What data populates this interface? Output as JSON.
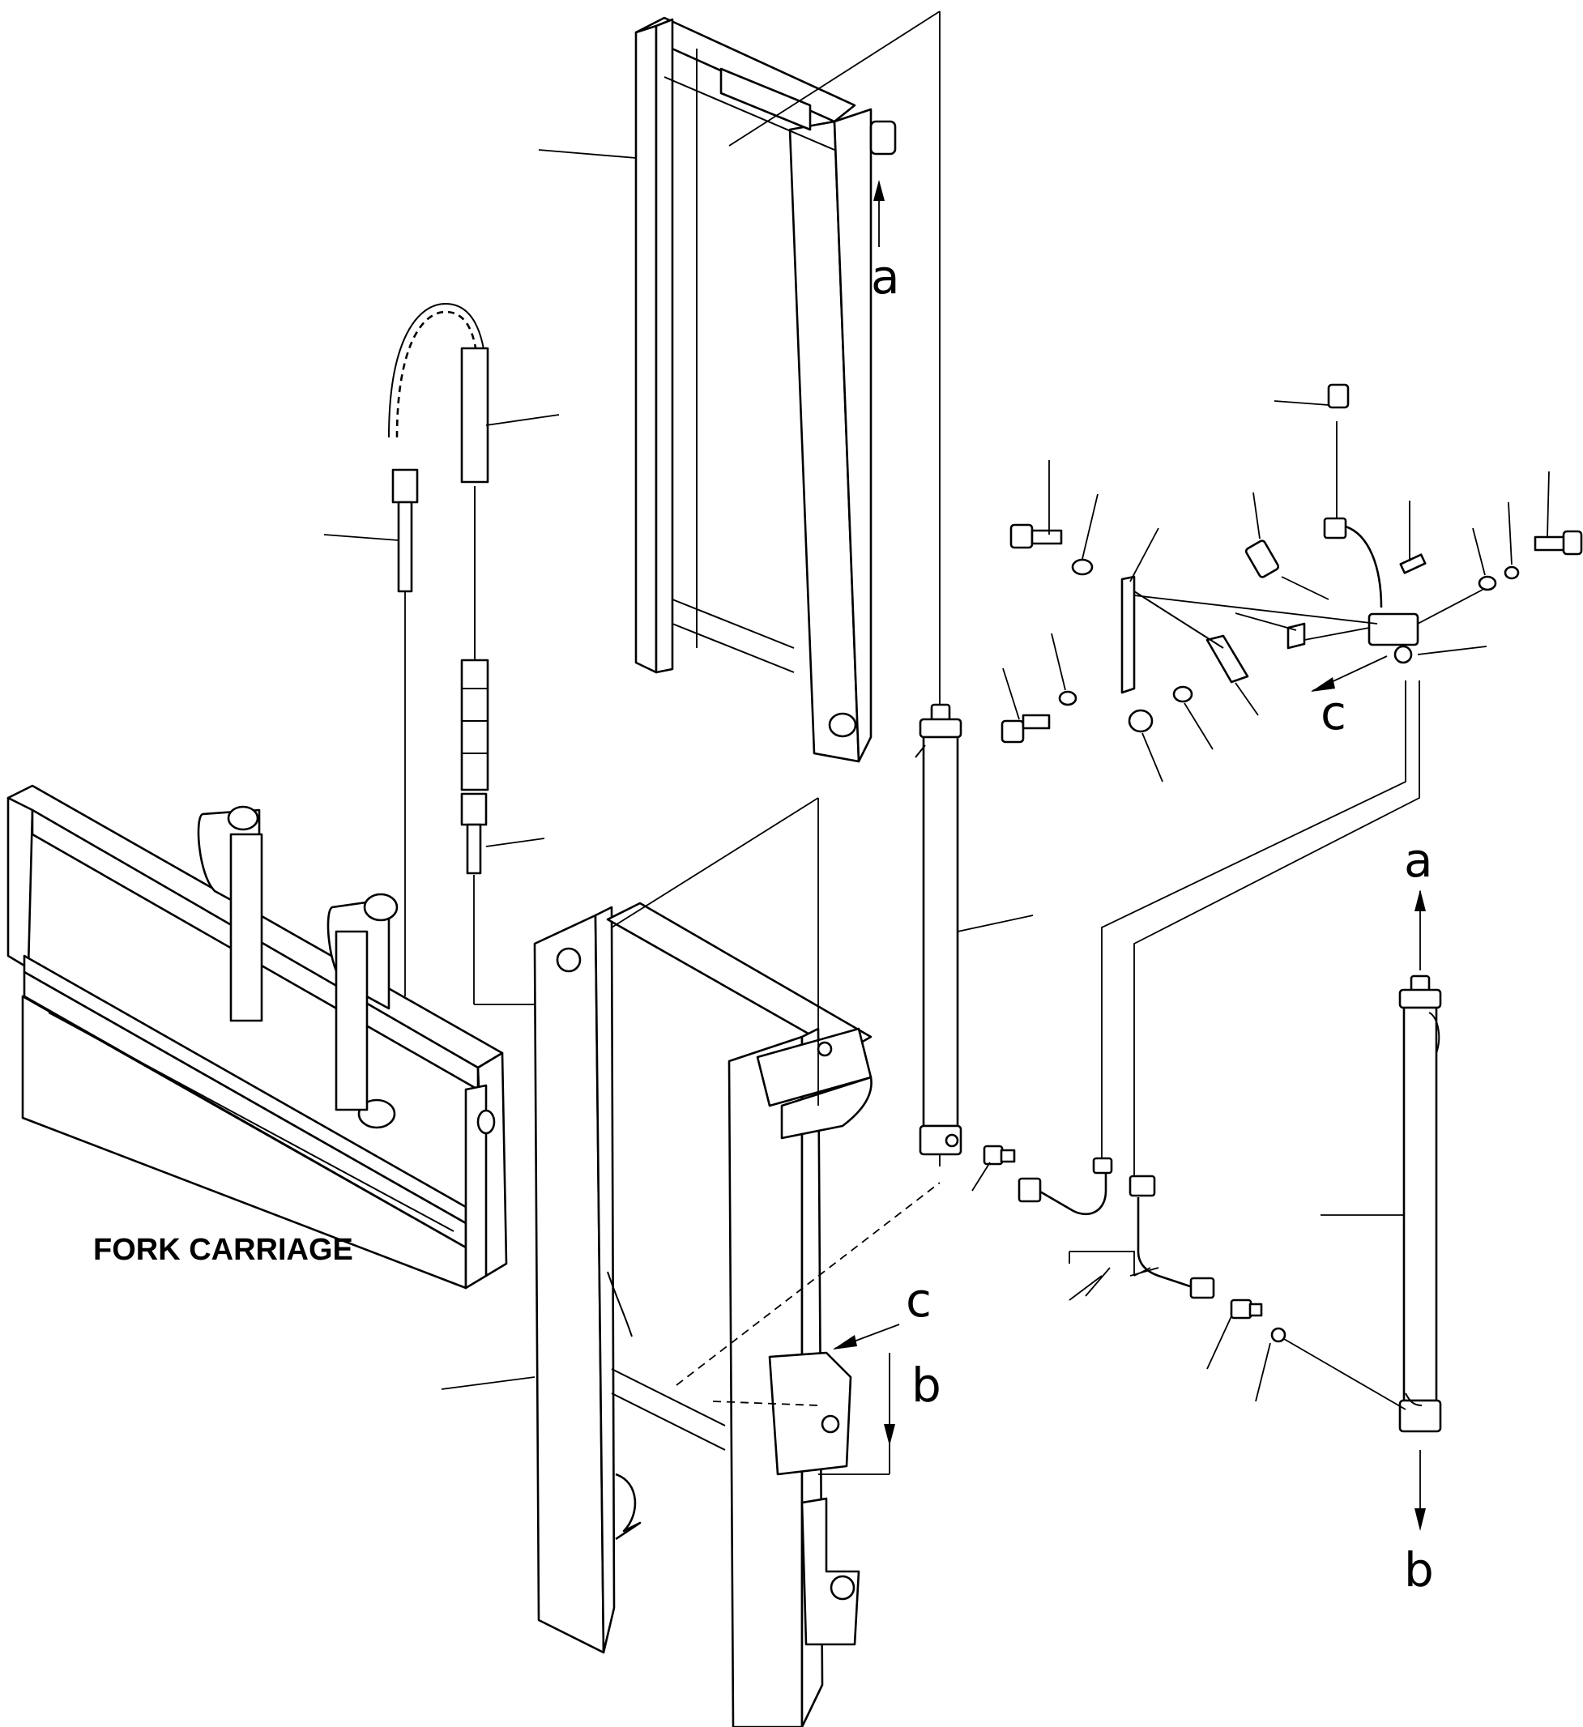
{
  "labels": {
    "fork_carriage": "FORK CARRIAGE"
  },
  "reference_letters": {
    "a": "a",
    "b": "b",
    "c": "c"
  }
}
